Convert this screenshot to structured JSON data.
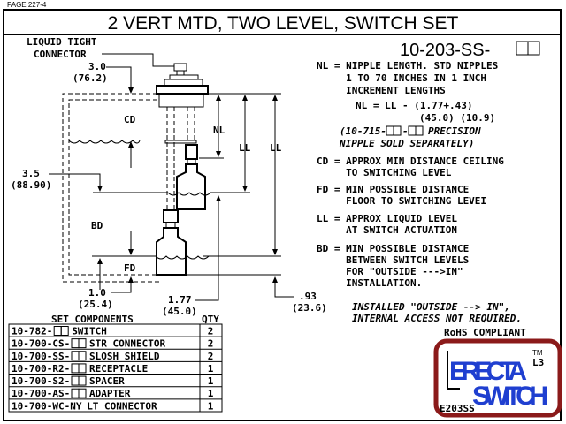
{
  "page_label": "PAGE 227-4",
  "title": "2  VERT MTD, TWO LEVEL, SWITCH SET",
  "part_number": "10-203-SS-",
  "diagram": {
    "labels": {
      "connector_line1": "LIQUID TIGHT",
      "connector_line2": "CONNECTOR",
      "dim_top": "3.0",
      "dim_top_mm": "(76.2)",
      "cd": "CD",
      "nl": "NL",
      "ll1": "LL",
      "ll2": "LL",
      "dim_mid": "3.5",
      "dim_mid_mm": "(88.90)",
      "bd": "BD",
      "fd": "FD",
      "dim_bottom": "1.0",
      "dim_bottom_mm": "(25.4)",
      "dim_float": "1.77",
      "dim_float_mm": "(45.0)",
      "dim_right": ".93",
      "dim_right_mm": "(23.6)"
    }
  },
  "notes": {
    "nl_lines": [
      "NL = NIPPLE LENGTH. STD NIPPLES",
      "     1 TO 70 INCHES IN 1 INCH",
      "     INCREMENT LENGTHS"
    ],
    "formula_line1": "NL = LL - (1.77+.43)",
    "formula_line2": "(45.0) (10.9)",
    "precision_line1a": "(10-715-",
    "precision_line1b": "PRECISION",
    "precision_line2": "NIPPLE SOLD SEPARATELY)",
    "cd_lines": [
      "CD = APPROX MIN DISTANCE CEILING",
      "     TO SWITCHING LEVEL"
    ],
    "fd_lines": [
      "FD = MIN POSSIBLE DISTANCE",
      "     FLOOR TO SWITCHING LEVEI"
    ],
    "ll_lines": [
      "LL = APPROX LIQUID LEVEL",
      "     AT SWITCH ACTUATION"
    ],
    "bd_lines": [
      "BD = MIN POSSIBLE DISTANCE",
      "     BETWEEN SWITCH LEVELS",
      "     FOR \"OUTSIDE --->IN\"",
      "     INSTALLATION."
    ],
    "installed_line1": "INSTALLED \"OUTSIDE --> IN\",",
    "installed_line2": "INTERNAL ACCESS NOT REQUIRED."
  },
  "table": {
    "header": "SET COMPONENTS",
    "qty_header": "QTY",
    "rows": [
      {
        "part": "10-782-",
        "box": true,
        "desc": "SWITCH",
        "qty": "2"
      },
      {
        "part": "10-700-CS-",
        "box": true,
        "desc": "STR CONNECTOR",
        "qty": "2"
      },
      {
        "part": "10-700-SS-",
        "box": true,
        "desc": "SLOSH SHIELD",
        "qty": "2"
      },
      {
        "part": "10-700-R2-",
        "box": true,
        "desc": "RECEPTACLE",
        "qty": "1"
      },
      {
        "part": "10-700-S2-",
        "box": true,
        "desc": "SPACER",
        "qty": "1"
      },
      {
        "part": "10-700-AS-",
        "box": true,
        "desc": "ADAPTER",
        "qty": "1"
      },
      {
        "part": "10-700-WC-NY",
        "box": false,
        "desc": "LT CONNECTOR",
        "qty": "1"
      }
    ]
  },
  "rohs": "RoHS COMPLIANT",
  "logo": {
    "line1": "ERECTA",
    "line2": "SWITCH",
    "tm": "TM",
    "series": "L3",
    "code": "E203SS",
    "frame_color": "#8b1a1a",
    "text_color": "#1f3fd0"
  }
}
